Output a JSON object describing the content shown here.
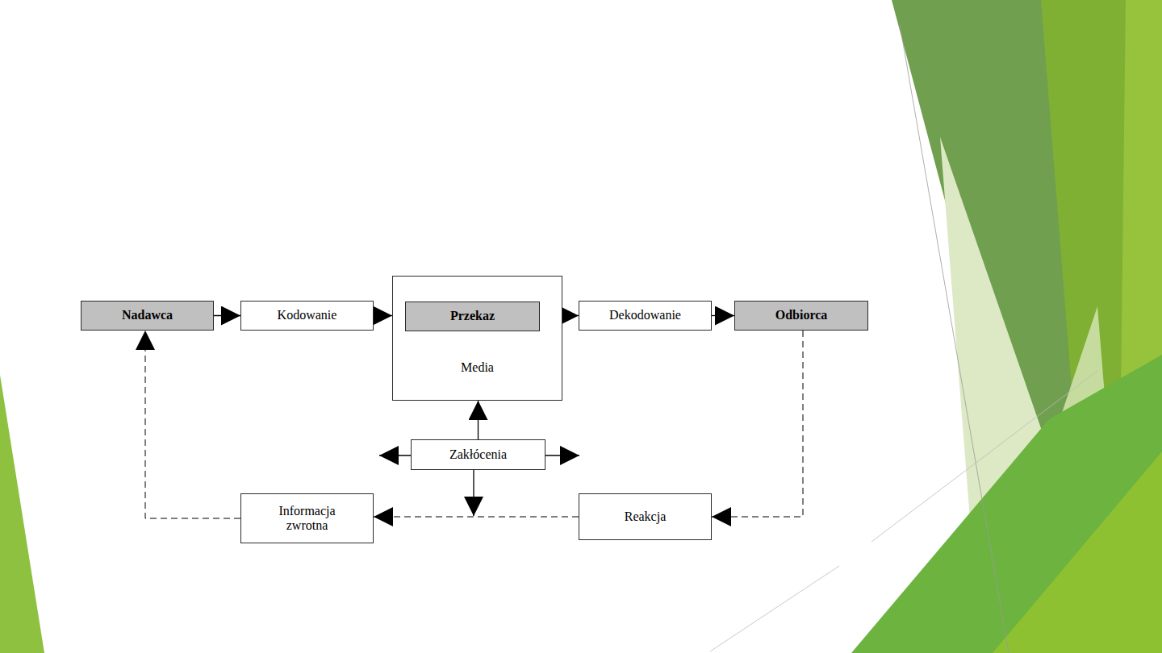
{
  "diagram": {
    "nodes": [
      {
        "text": [
          "Nadawca"
        ]
      },
      {
        "text": [
          "Kodowanie"
        ]
      },
      {
        "text": [
          "Media"
        ]
      },
      {
        "text": [
          "Przekaz"
        ],
        "in": 2
      },
      {
        "text": [
          "Dekodowanie"
        ]
      },
      {
        "text": [
          "Odbiorca"
        ]
      },
      {
        "text": [
          "Zakłócenia"
        ]
      },
      {
        "text": [
          "Informacja zwrotna"
        ]
      },
      {
        "text": [
          "Reakcja"
        ]
      }
    ],
    "edges": [
      {
        "from": 0,
        "to": 1,
        "arrow": "to"
      },
      {
        "from": 1,
        "to": 2,
        "arrow": "to"
      },
      {
        "from": 2,
        "to": 4,
        "arrow": "to"
      },
      {
        "from": 4,
        "to": 5,
        "arrow": "to"
      },
      {
        "from": 6,
        "to": 2,
        "arrow": "to"
      },
      {
        "from": 5,
        "to": 8,
        "arrow": "to"
      },
      {
        "from": 8,
        "to": 7,
        "arrow": "to"
      },
      {
        "from": 7,
        "to": 0,
        "arrow": "to"
      }
    ]
  }
}
